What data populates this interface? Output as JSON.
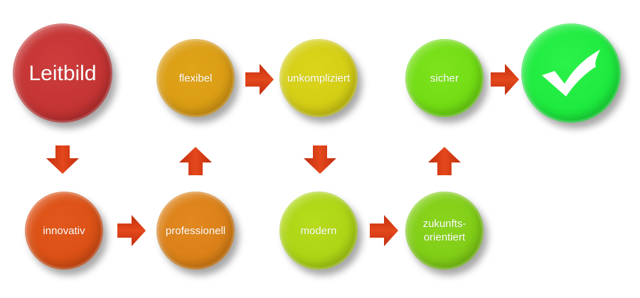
{
  "diagram": {
    "nodes": {
      "leitbild": {
        "label": "Leitbild",
        "color": "#c83838"
      },
      "innovativ": {
        "label": "innovativ",
        "color": "#d94f14"
      },
      "professionell": {
        "label": "professionell",
        "color": "#d97f16"
      },
      "flexibel": {
        "label": "flexibel",
        "color": "#d99b14"
      },
      "unkompliziert": {
        "label": "unkompliziert",
        "color": "#d2cc14"
      },
      "modern": {
        "label": "modern",
        "color": "#acd314"
      },
      "zukunftsorientiert": {
        "label_line1": "zukunfts-",
        "label_line2": "orientiert",
        "color": "#7fcc16"
      },
      "sicher": {
        "label": "sicher",
        "color": "#6fdb12"
      },
      "done": {
        "icon": "checkmark-icon",
        "color": "#1be83c"
      }
    },
    "arrow_color": "#d83a16",
    "flow": [
      "Leitbild",
      "innovativ",
      "professionell",
      "flexibel",
      "unkompliziert",
      "modern",
      "zukunftsorientiert",
      "sicher",
      "checkmark"
    ],
    "arrows": [
      {
        "from": "leitbild",
        "to": "innovativ",
        "direction": "down"
      },
      {
        "from": "innovativ",
        "to": "professionell",
        "direction": "right"
      },
      {
        "from": "professionell",
        "to": "flexibel",
        "direction": "up"
      },
      {
        "from": "flexibel",
        "to": "unkompliziert",
        "direction": "right"
      },
      {
        "from": "unkompliziert",
        "to": "modern",
        "direction": "down"
      },
      {
        "from": "modern",
        "to": "zukunftsorientiert",
        "direction": "right"
      },
      {
        "from": "zukunftsorientiert",
        "to": "sicher",
        "direction": "up"
      },
      {
        "from": "sicher",
        "to": "done",
        "direction": "right"
      }
    ]
  }
}
